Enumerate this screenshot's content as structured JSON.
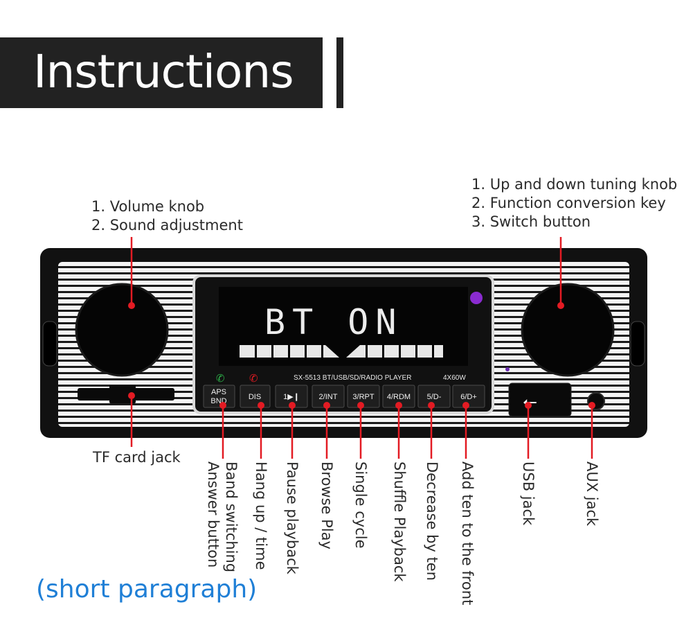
{
  "header": {
    "title": "Instructions"
  },
  "callouts": {
    "left_knob": [
      "1. Volume knob",
      "2. Sound adjustment"
    ],
    "right_knob": [
      "1. Up and down tuning knob",
      "2. Function conversion key",
      "3. Switch button"
    ],
    "tf_card": "TF card jack"
  },
  "display": {
    "main_text": "BT ON",
    "model_line": "SX-5513   BT/USB/SD/RADIO  PLAYER",
    "power": "4X60W"
  },
  "buttons": [
    {
      "top": "APS",
      "bottom": "BND"
    },
    {
      "label": "DIS"
    },
    {
      "label": "1▶❙"
    },
    {
      "label": "2/INT"
    },
    {
      "label": "3/RPT"
    },
    {
      "label": "4/RDM"
    },
    {
      "label": "5/D-"
    },
    {
      "label": "6/D+"
    }
  ],
  "button_labels": [
    {
      "line1": "Answer button",
      "line2": "Band switching"
    },
    {
      "line1": "Hang up / time"
    },
    {
      "line1": "Pause playback"
    },
    {
      "line1": "Browse Play"
    },
    {
      "line1": "Single cycle"
    },
    {
      "line1": "Shuffle Playback"
    },
    {
      "line1": "Decrease by ten"
    },
    {
      "line1": "Add ten to the front"
    }
  ],
  "jack_labels": {
    "usb": "USB jack",
    "aux": "AUX jack"
  },
  "footer": "(short paragraph)",
  "colors": {
    "accent_red": "#e31b23",
    "footer_blue": "#1f7fd6",
    "header_bg": "#222222"
  }
}
